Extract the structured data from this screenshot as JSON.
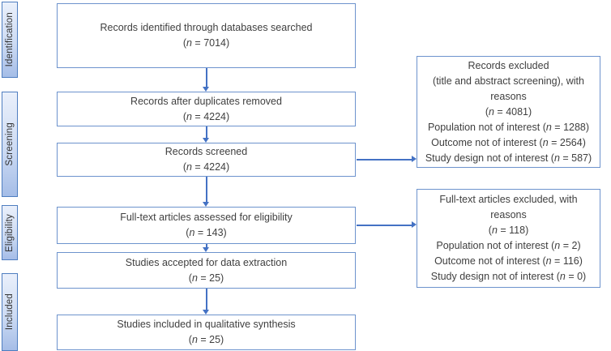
{
  "diagram": {
    "type": "prisma-flow",
    "stages": [
      {
        "label": "Identification"
      },
      {
        "label": "Screening"
      },
      {
        "label": "Eligibility"
      },
      {
        "label": "Included"
      }
    ],
    "main_boxes": [
      {
        "id": "records-identified",
        "lines": [
          "Records identified through databases searched",
          "(n = 7014)"
        ]
      },
      {
        "id": "duplicates-removed",
        "lines": [
          "Records after duplicates removed",
          "(n = 4224)"
        ]
      },
      {
        "id": "records-screened",
        "lines": [
          "Records screened",
          "(n = 4224)"
        ]
      },
      {
        "id": "fulltext-assessed",
        "lines": [
          "Full-text articles assessed for eligibility",
          "(n = 143)"
        ]
      },
      {
        "id": "studies-accepted",
        "lines": [
          "Studies accepted for data extraction",
          "(n = 25)"
        ]
      },
      {
        "id": "qualitative-synthesis",
        "lines": [
          "Studies included in qualitative synthesis",
          "(n = 25)"
        ]
      }
    ],
    "side_boxes": [
      {
        "id": "records-excluded",
        "lines": [
          "Records excluded",
          "(title and abstract screening), with",
          "reasons",
          "(n = 4081)",
          "Population not of interest (n = 1288)",
          "Outcome not of interest (n = 2564)",
          "Study design not of interest (n = 587)"
        ]
      },
      {
        "id": "fulltext-excluded",
        "lines": [
          "Full-text articles excluded, with",
          "reasons",
          "(n = 118)",
          "Population not of interest (n = 2)",
          "Outcome not of interest (n = 116)",
          "Study design not of interest (n = 0)"
        ]
      }
    ],
    "colors": {
      "box_border": "#6d93cd",
      "arrow": "#4472c4",
      "stage_border": "#4f7ec0",
      "stage_fill_top": "#eaf0fb",
      "stage_fill_bottom": "#a5bde7",
      "text": "#3f3f3f"
    }
  }
}
